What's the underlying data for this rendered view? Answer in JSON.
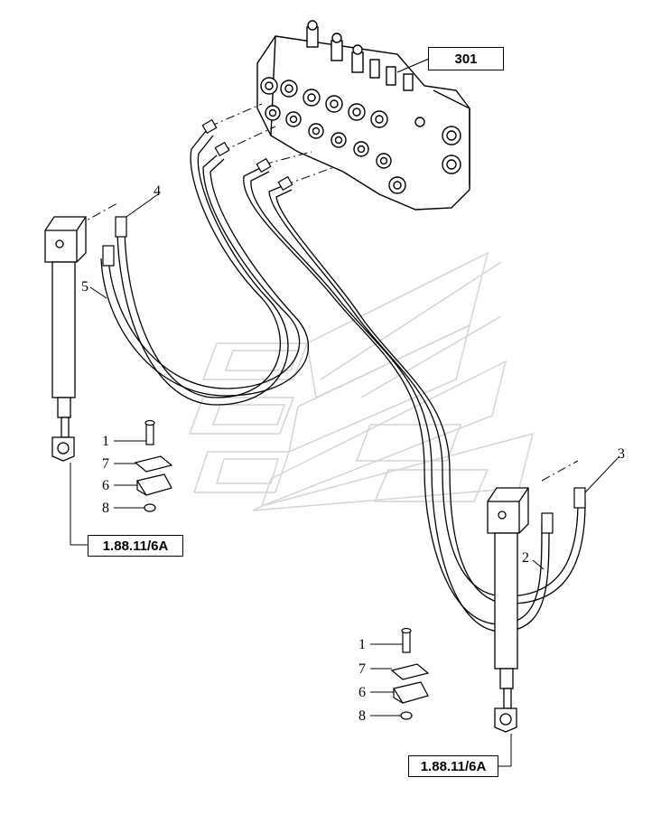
{
  "references": {
    "valve_ref": "301",
    "left_cylinder_ref": "1.88.11/6A",
    "right_cylinder_ref": "1.88.11/6A"
  },
  "callouts": {
    "left": {
      "bolt": "1",
      "plate": "7",
      "clamp": "6",
      "nut": "8",
      "hose_inner": "4",
      "hose_outer": "5"
    },
    "right": {
      "bolt": "1",
      "plate": "7",
      "clamp": "6",
      "nut": "8",
      "hose_inner": "2",
      "hose_outer": "3"
    }
  },
  "colors": {
    "line": "#000000",
    "watermark": "#d8d8d8",
    "background": "#ffffff"
  }
}
